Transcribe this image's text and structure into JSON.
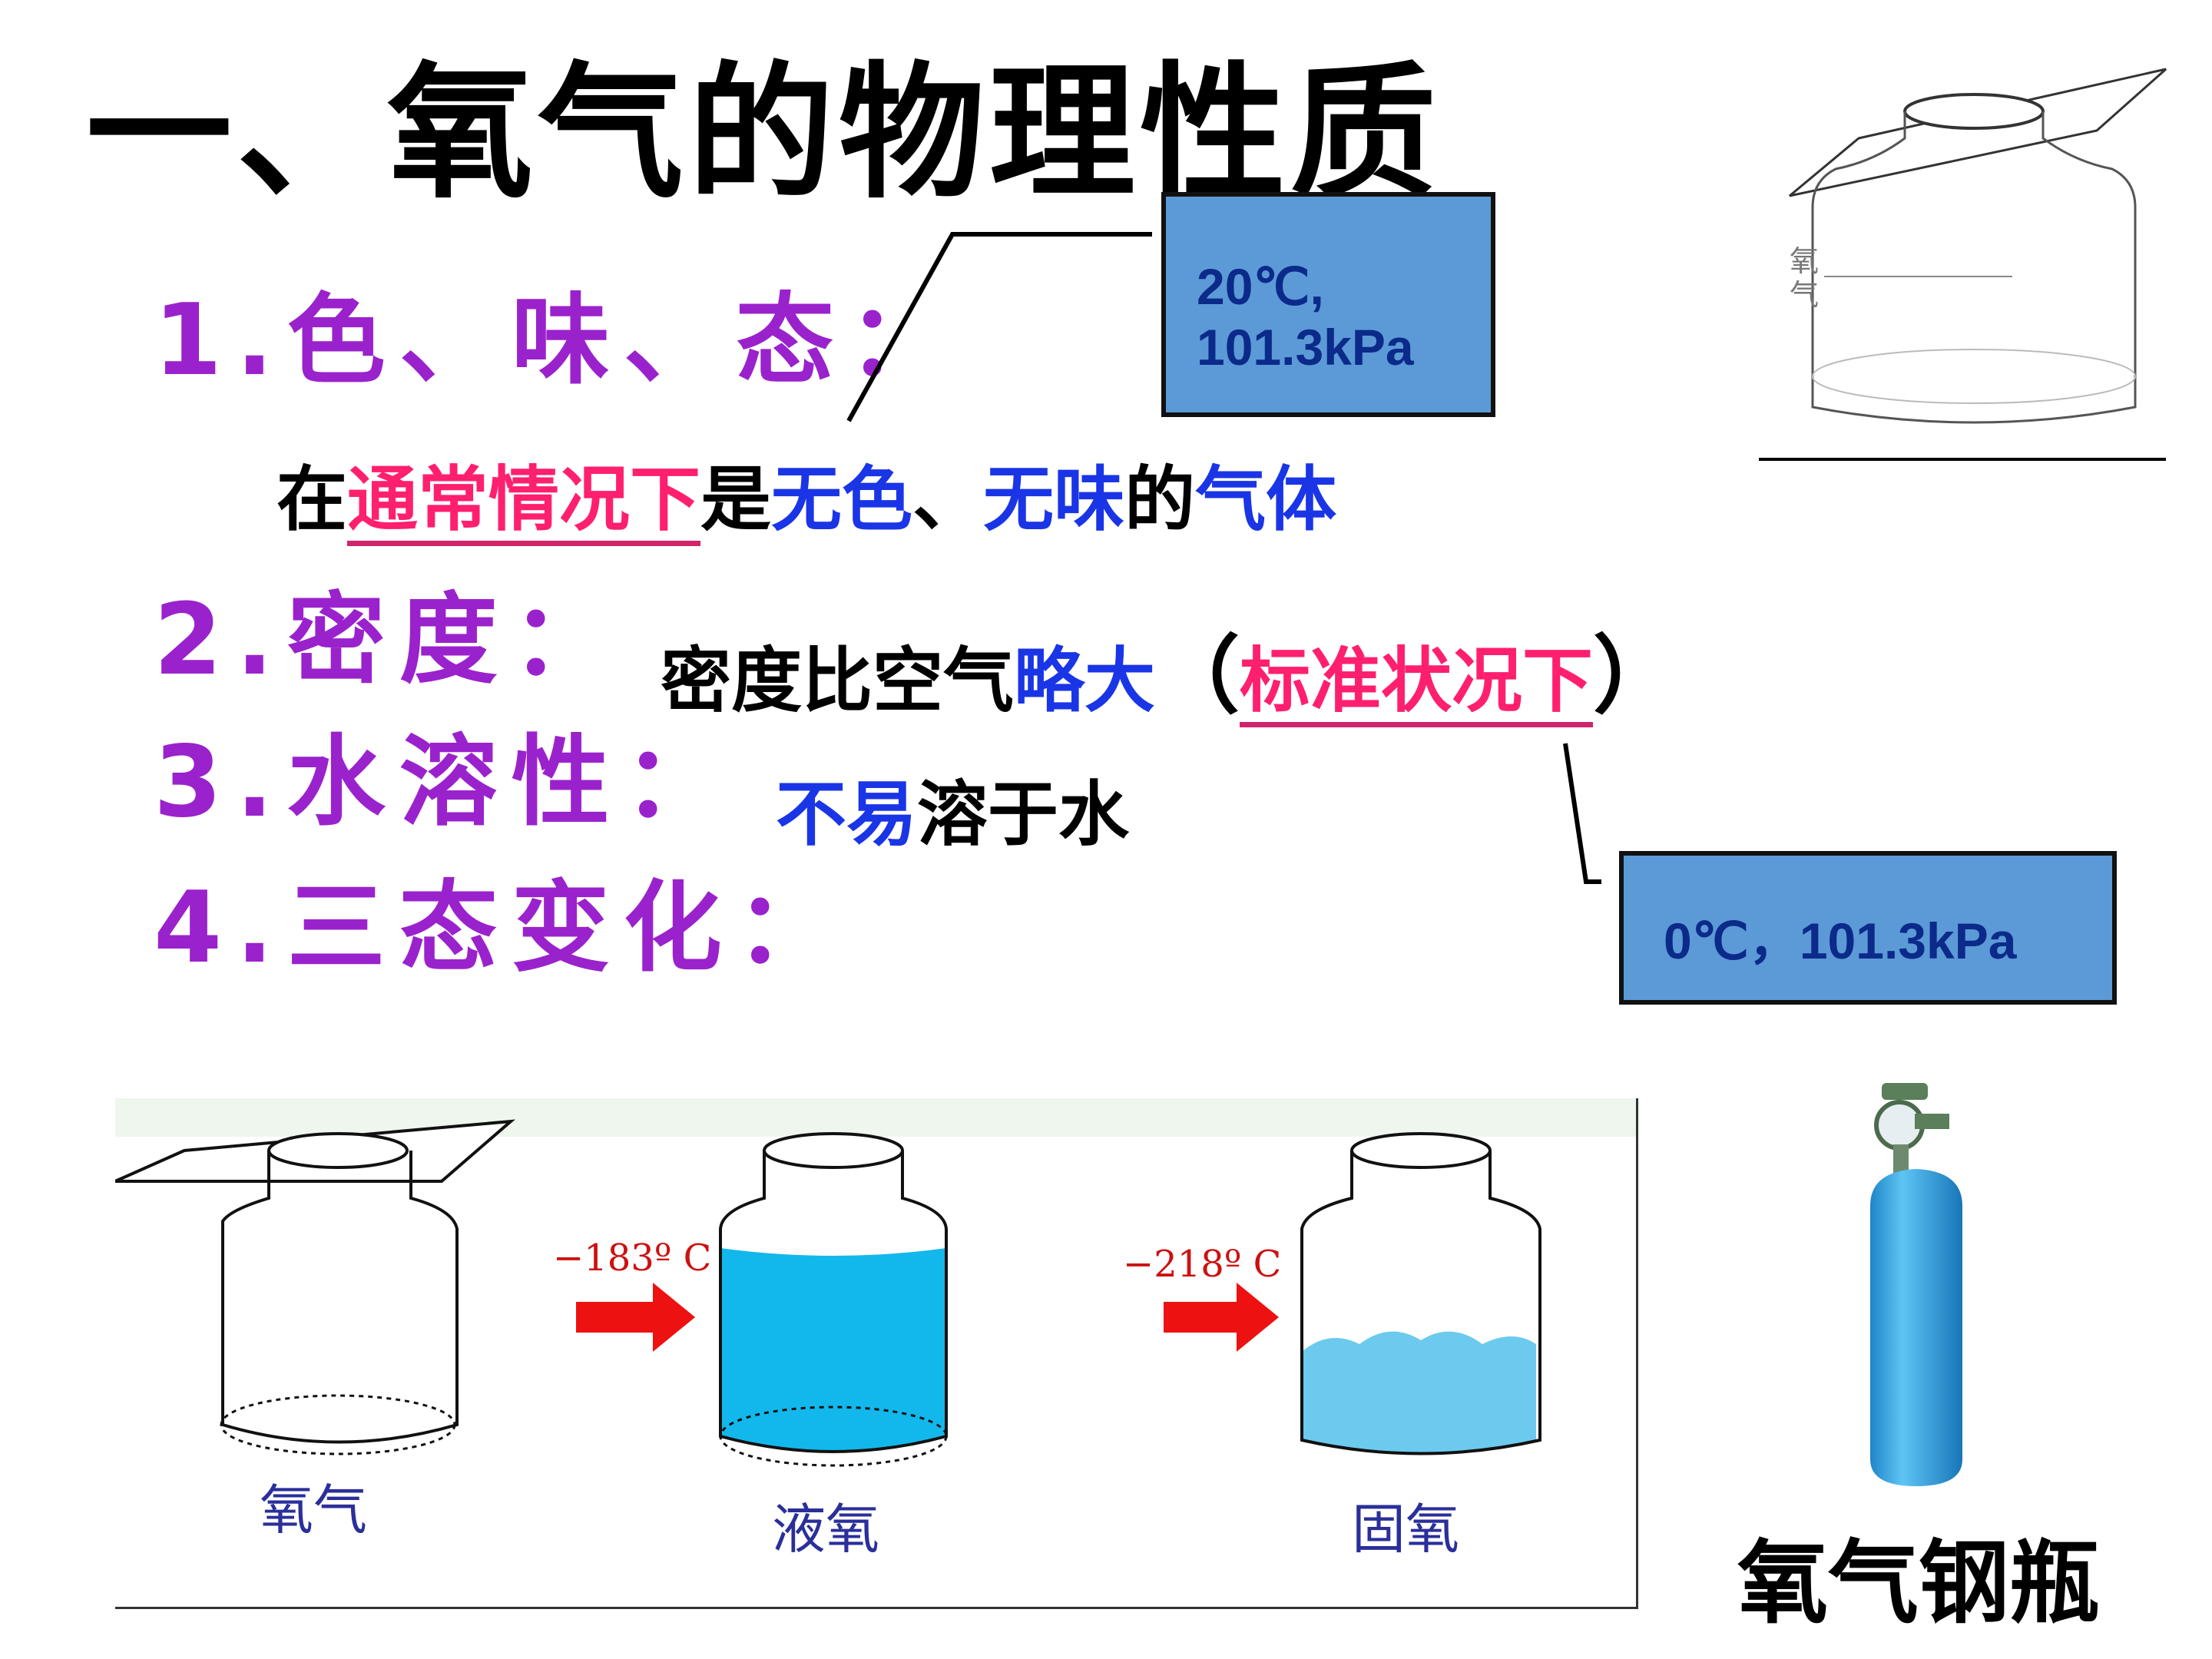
{
  "title": "一、氧气的物理性质",
  "items": [
    {
      "num": "1.",
      "label": "色、味、态："
    },
    {
      "num": "2.",
      "label": "密度："
    },
    {
      "num": "3.",
      "label": "水溶性："
    },
    {
      "num": "4.",
      "label": "三态变化："
    }
  ],
  "line1": {
    "prefix": "在",
    "cond": "通常情况下",
    "is": "是",
    "colorless": "无色",
    "sep": "、",
    "odorless": "无味",
    "de": "的",
    "gas": "气体"
  },
  "line2": {
    "text1": "密度比空气",
    "slightly": "略大",
    "open": "（",
    "std": "标准状况下",
    "close": "）"
  },
  "line3": {
    "not_easy": "不易",
    "rest": "溶于水"
  },
  "box1": {
    "line1": "20℃,",
    "line2": "101.3kPa"
  },
  "box2": {
    "text": "0℃，101.3kPa"
  },
  "jar_label": "氧气",
  "states": [
    {
      "name": "氧气"
    },
    {
      "name": "液氧",
      "temp": "−183º C"
    },
    {
      "name": "固氧",
      "temp": "−218º C"
    }
  ],
  "cylinder_caption": "氧气钢瓶",
  "colors": {
    "heading": "#9a22cc",
    "highlight_red": "#ff1f6f",
    "highlight_blue": "#1a35e6",
    "box_fill": "#5b9ad6",
    "liquid": "#12b8ec",
    "cylinder": "#3aa7e6",
    "arrow": "#ee1111"
  }
}
